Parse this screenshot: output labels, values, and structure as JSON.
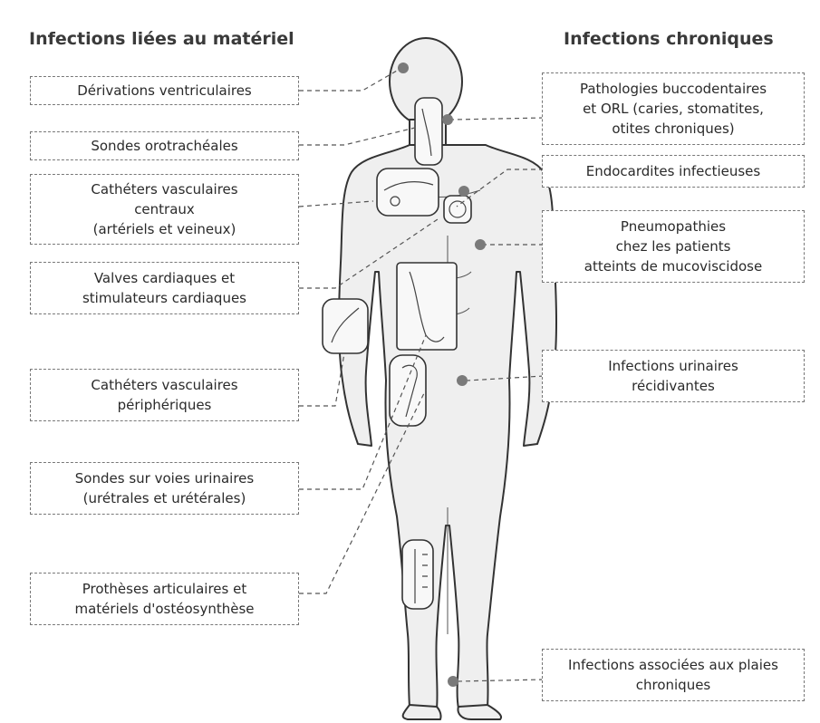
{
  "headings": {
    "left": "Infections liées au matériel",
    "right": "Infections chroniques"
  },
  "left_labels": [
    "Dérivations ventriculaires",
    "Sondes orotrachéales",
    "Cathéters vasculaires\ncentraux\n(artériels et veineux)",
    "Valves cardiaques et\nstimulateurs cardiaques",
    "Cathéters vasculaires\npériphériques",
    "Sondes sur voies urinaires\n(urétrales et urétérales)",
    "Prothèses articulaires et\nmatériels d'ostéosynthèse"
  ],
  "right_labels": [
    "Pathologies buccodentaires\net ORL (caries, stomatites,\notites chroniques)",
    "Endocardites infectieuses",
    "Pneumopathies\nchez les patients\natteints de mucoviscidose",
    "Infections urinaires\nrécidivantes",
    "Infections associées aux plaies\nchroniques"
  ],
  "colors": {
    "body_fill": "#efefef",
    "outline": "#333333",
    "infection_dot": "#7a7a7a",
    "dashed_box": "#777777"
  }
}
